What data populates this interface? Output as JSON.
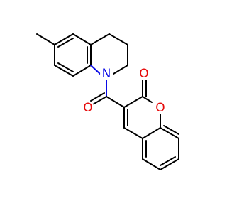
{
  "molecule": {
    "atoms": [
      {
        "id": "N1",
        "symbol": "N"
      },
      {
        "id": "O1",
        "symbol": "O"
      },
      {
        "id": "O2",
        "symbol": "O"
      },
      {
        "id": "O3",
        "symbol": "O"
      }
    ],
    "colors": {
      "carbon_bond": "#000000",
      "nitrogen": "#0a0ae6",
      "oxygen": "#e60a0a",
      "background": "#ffffff"
    }
  }
}
